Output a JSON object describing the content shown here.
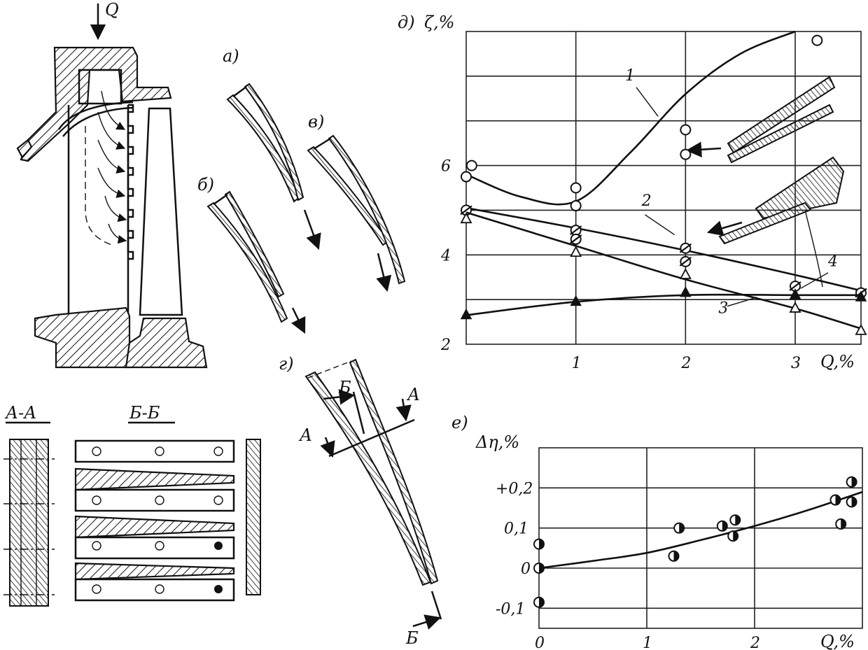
{
  "labels": {
    "load": "Q",
    "a": "а)",
    "b": "б)",
    "v": "в)",
    "g": "г)",
    "d": "д)",
    "e": "е)",
    "section_aa": "А-А",
    "section_bb": "Б-Б",
    "mark_a": "А",
    "mark_b": "Б"
  },
  "chart_data": [
    {
      "type": "line",
      "panel": "д)",
      "ylabel": "ζ,%",
      "xlabel": "Q,%",
      "xlim": [
        0,
        3.6
      ],
      "ylim": [
        2,
        9
      ],
      "xticks": [
        1,
        2,
        3
      ],
      "xtick_labels": [
        "1",
        "2",
        "3"
      ],
      "yticks": [
        2,
        4,
        6
      ],
      "ytick_labels": [
        "2",
        "4",
        "6"
      ],
      "grid": true,
      "series": [
        {
          "name": "1",
          "marker": "circle-open",
          "curve": [
            [
              0,
              5.8
            ],
            [
              0.5,
              5.3
            ],
            [
              1,
              5.2
            ],
            [
              1.5,
              6.3
            ],
            [
              2,
              7.6
            ],
            [
              2.5,
              8.5
            ],
            [
              3,
              9.0
            ]
          ],
          "points": [
            [
              0,
              5.75
            ],
            [
              0.05,
              6.0
            ],
            [
              1,
              5.5
            ],
            [
              1,
              5.1
            ],
            [
              2,
              6.25
            ],
            [
              2,
              6.8
            ],
            [
              3.2,
              8.8
            ]
          ]
        },
        {
          "name": "2",
          "marker": "circle-slash",
          "curve": [
            [
              0,
              5.05
            ],
            [
              1,
              4.6
            ],
            [
              2,
              4.1
            ],
            [
              3,
              3.55
            ],
            [
              3.6,
              3.2
            ]
          ],
          "points": [
            [
              0,
              5.0
            ],
            [
              1,
              4.55
            ],
            [
              1,
              4.35
            ],
            [
              2,
              4.15
            ],
            [
              2,
              3.85
            ],
            [
              3,
              3.3
            ],
            [
              3.6,
              3.15
            ]
          ]
        },
        {
          "name": "3",
          "marker": "triangle-open",
          "curve": [
            [
              0,
              4.95
            ],
            [
              1,
              4.2
            ],
            [
              2,
              3.45
            ],
            [
              3,
              2.8
            ],
            [
              3.6,
              2.35
            ]
          ],
          "points": [
            [
              0,
              4.8
            ],
            [
              1,
              4.05
            ],
            [
              2,
              3.55
            ],
            [
              3,
              2.8
            ],
            [
              3.6,
              2.3
            ]
          ]
        },
        {
          "name": "4",
          "marker": "triangle-filled",
          "curve": [
            [
              0,
              2.65
            ],
            [
              1,
              2.95
            ],
            [
              2,
              3.1
            ],
            [
              3,
              3.1
            ],
            [
              3.6,
              3.1
            ]
          ],
          "points": [
            [
              0,
              2.65
            ],
            [
              1,
              2.95
            ],
            [
              2,
              3.15
            ],
            [
              3,
              3.1
            ],
            [
              3.6,
              3.05
            ]
          ]
        }
      ],
      "curve_labels": [
        {
          "text": "1",
          "x": 1.45,
          "y": 7.9
        },
        {
          "text": "2",
          "x": 1.6,
          "y": 5.1
        },
        {
          "text": "3",
          "x": 2.3,
          "y": 2.7
        },
        {
          "text": "4",
          "x": 3.3,
          "y": 3.75
        }
      ]
    },
    {
      "type": "scatter",
      "panel": "е)",
      "ylabel": "Δη,%",
      "xlabel": "Q,%",
      "xlim": [
        0,
        3.0
      ],
      "ylim": [
        -0.15,
        0.3
      ],
      "xticks": [
        0,
        1,
        2
      ],
      "xtick_labels": [
        "0",
        "1",
        "2"
      ],
      "yticks": [
        -0.1,
        0,
        0.1,
        0.2
      ],
      "ytick_labels": [
        "-0,1",
        "0",
        "0,1",
        "+0,2"
      ],
      "grid": true,
      "fit_line": [
        [
          0,
          0.0
        ],
        [
          0.5,
          0.018
        ],
        [
          1,
          0.038
        ],
        [
          1.5,
          0.07
        ],
        [
          2,
          0.105
        ],
        [
          2.5,
          0.145
        ],
        [
          3,
          0.19
        ]
      ],
      "points": [
        [
          0,
          0.06
        ],
        [
          0,
          0.0
        ],
        [
          0,
          -0.085
        ],
        [
          1.25,
          0.03
        ],
        [
          1.3,
          0.1
        ],
        [
          1.7,
          0.105
        ],
        [
          1.82,
          0.12
        ],
        [
          1.8,
          0.08
        ],
        [
          2.8,
          0.11
        ],
        [
          2.75,
          0.17
        ],
        [
          2.9,
          0.215
        ],
        [
          2.9,
          0.165
        ]
      ]
    }
  ]
}
